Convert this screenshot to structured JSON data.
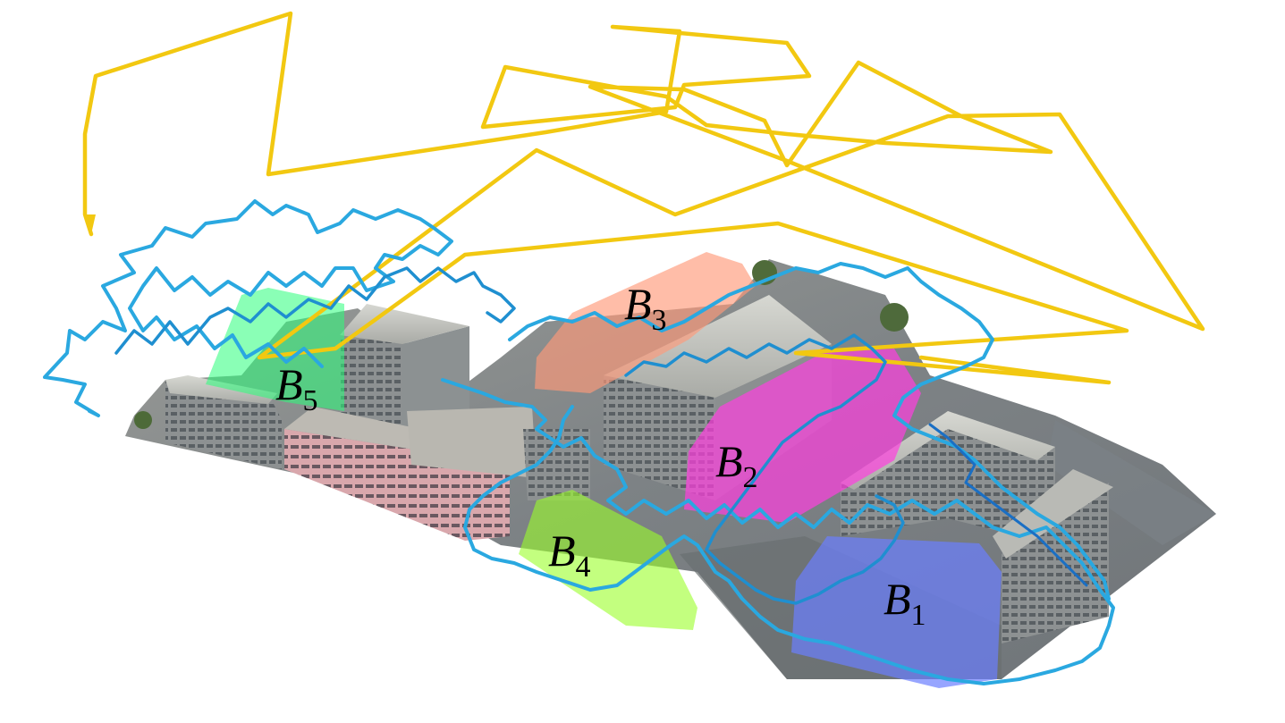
{
  "labels": {
    "b1": {
      "main": "B",
      "sub": "1"
    },
    "b2": {
      "main": "B",
      "sub": "2"
    },
    "b3": {
      "main": "B",
      "sub": "3"
    },
    "b4": {
      "main": "B",
      "sub": "4"
    },
    "b5": {
      "main": "B",
      "sub": "5"
    }
  },
  "colors": {
    "background": "#ffffff",
    "yellow_path": "#f2c811",
    "blue_path": "#2aa8e0",
    "blue_path_dark": "#1a6fc4",
    "region_b1": "#6b7fff",
    "region_b2": "#ff3fe0",
    "region_b3": "#ff9a7a",
    "region_b4": "#9bff2a",
    "region_b5": "#2aff7a",
    "ground": "#8a8f94",
    "building_light": "#c8c9c4",
    "building_dark": "#707472"
  }
}
